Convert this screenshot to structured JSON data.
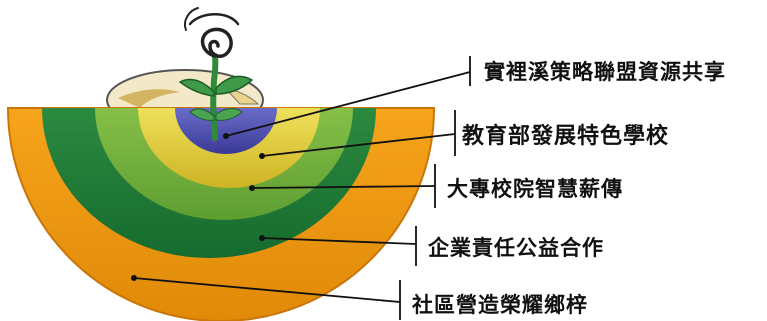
{
  "layers": [
    {
      "label": "實裡溪策略聯盟資源共享",
      "color": "#4a4aa8"
    },
    {
      "label": "教育部發展特色學校",
      "color": "#d9c62a"
    },
    {
      "label": "大專校院智慧薪傳",
      "color": "#6aa83a"
    },
    {
      "label": "企業責任公益合作",
      "color": "#1f7a3a"
    },
    {
      "label": "社區營造榮耀鄉梓",
      "color": "#f29a0c"
    }
  ],
  "colors": {
    "outer_edge": "#c9760a",
    "sprout": "#2f8a3a",
    "ground": "#f1e6c4",
    "line": "#111111"
  },
  "icons": [
    "seedling-icon",
    "spiral-icon"
  ]
}
